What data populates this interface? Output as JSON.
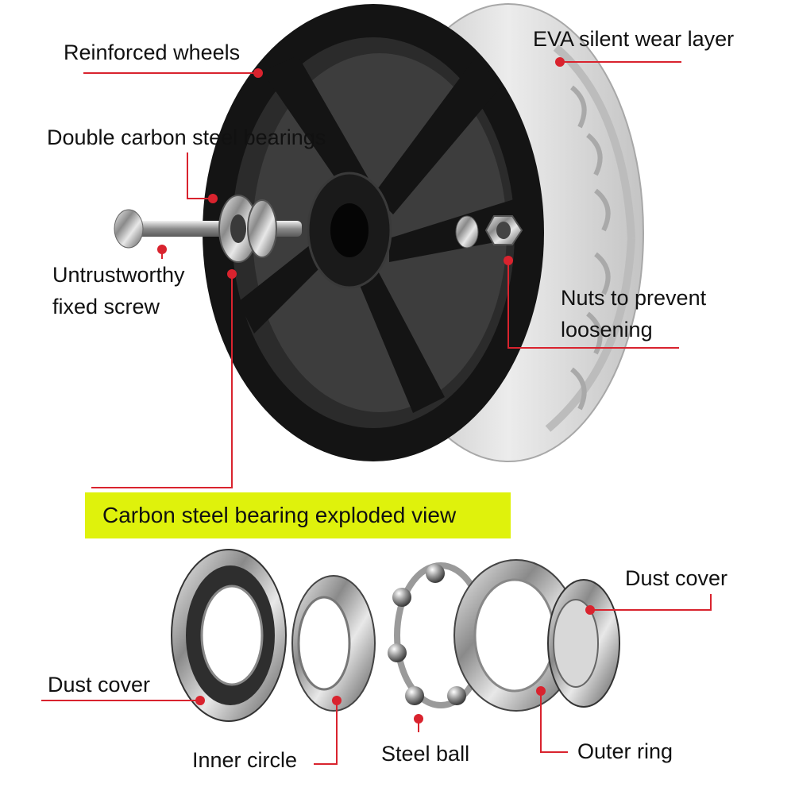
{
  "labels": {
    "reinforced_wheels": "Reinforced wheels",
    "eva_layer": "EVA silent wear layer",
    "double_bearings": "Double carbon steel bearings",
    "screw_line1": "Untrustworthy",
    "screw_line2": "fixed screw",
    "nuts_line1": "Nuts to prevent",
    "nuts_line2": "loosening",
    "exploded_title": "Carbon steel bearing exploded view",
    "dust_cover_right": "Dust cover",
    "dust_cover_left": "Dust cover",
    "inner_circle": "Inner circle",
    "steel_ball": "Steel ball",
    "outer_ring": "Outer ring"
  },
  "colors": {
    "leader_line": "#d9232e",
    "highlight": "#dff20c",
    "wheel": "#141414",
    "tire": "#d6d6d6",
    "chrome": "#b8b8b8"
  }
}
